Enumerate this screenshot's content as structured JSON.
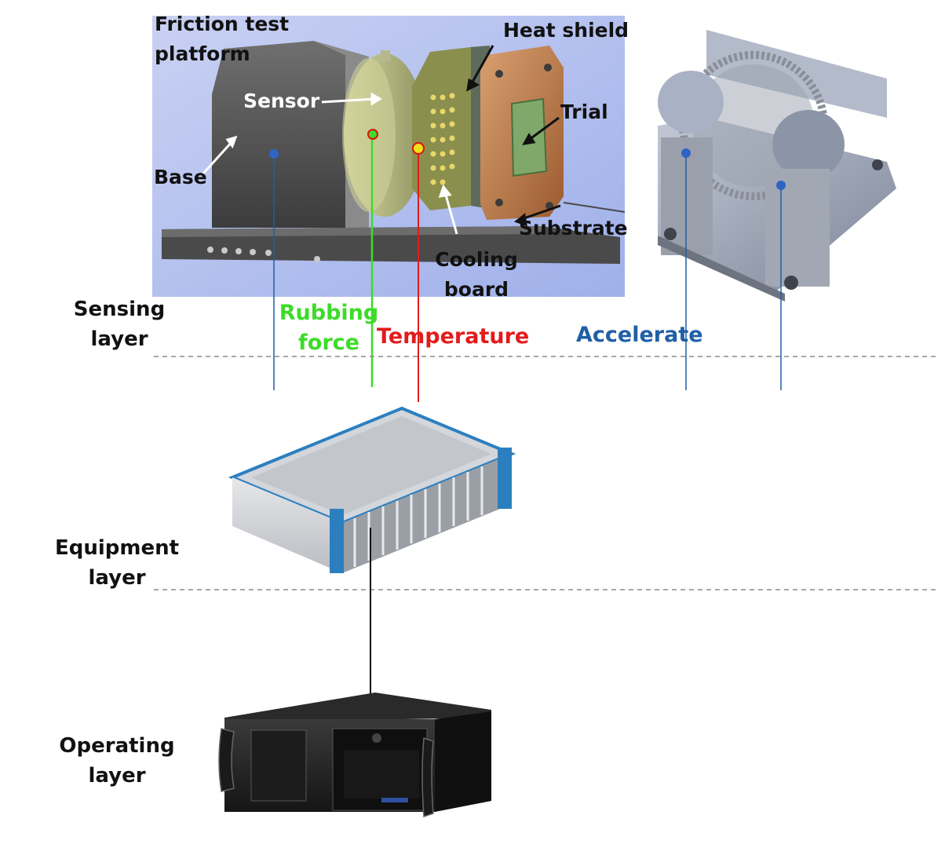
{
  "platform": {
    "title": "Friction test platform",
    "parts": {
      "sensor": "Sensor",
      "base": "Base",
      "heat_shield": "Heat shield",
      "trial": "Trial",
      "substrate": "Substrate",
      "cooling_board": "Cooling board"
    }
  },
  "signals": {
    "rubbing_force": "Rubbing force",
    "temperature": "Temperature",
    "accelerate": "Accelerate"
  },
  "layers": {
    "sensing": "Sensing layer",
    "equipment": "Equipment layer",
    "operating": "Operating layer"
  },
  "colors": {
    "rubbing_force": "#3cdc28",
    "temperature": "#e21b1b",
    "accelerate": "#1f5fa6",
    "panel_bg": "#b7c3ee",
    "dashed_line": "#8a8a8a"
  }
}
